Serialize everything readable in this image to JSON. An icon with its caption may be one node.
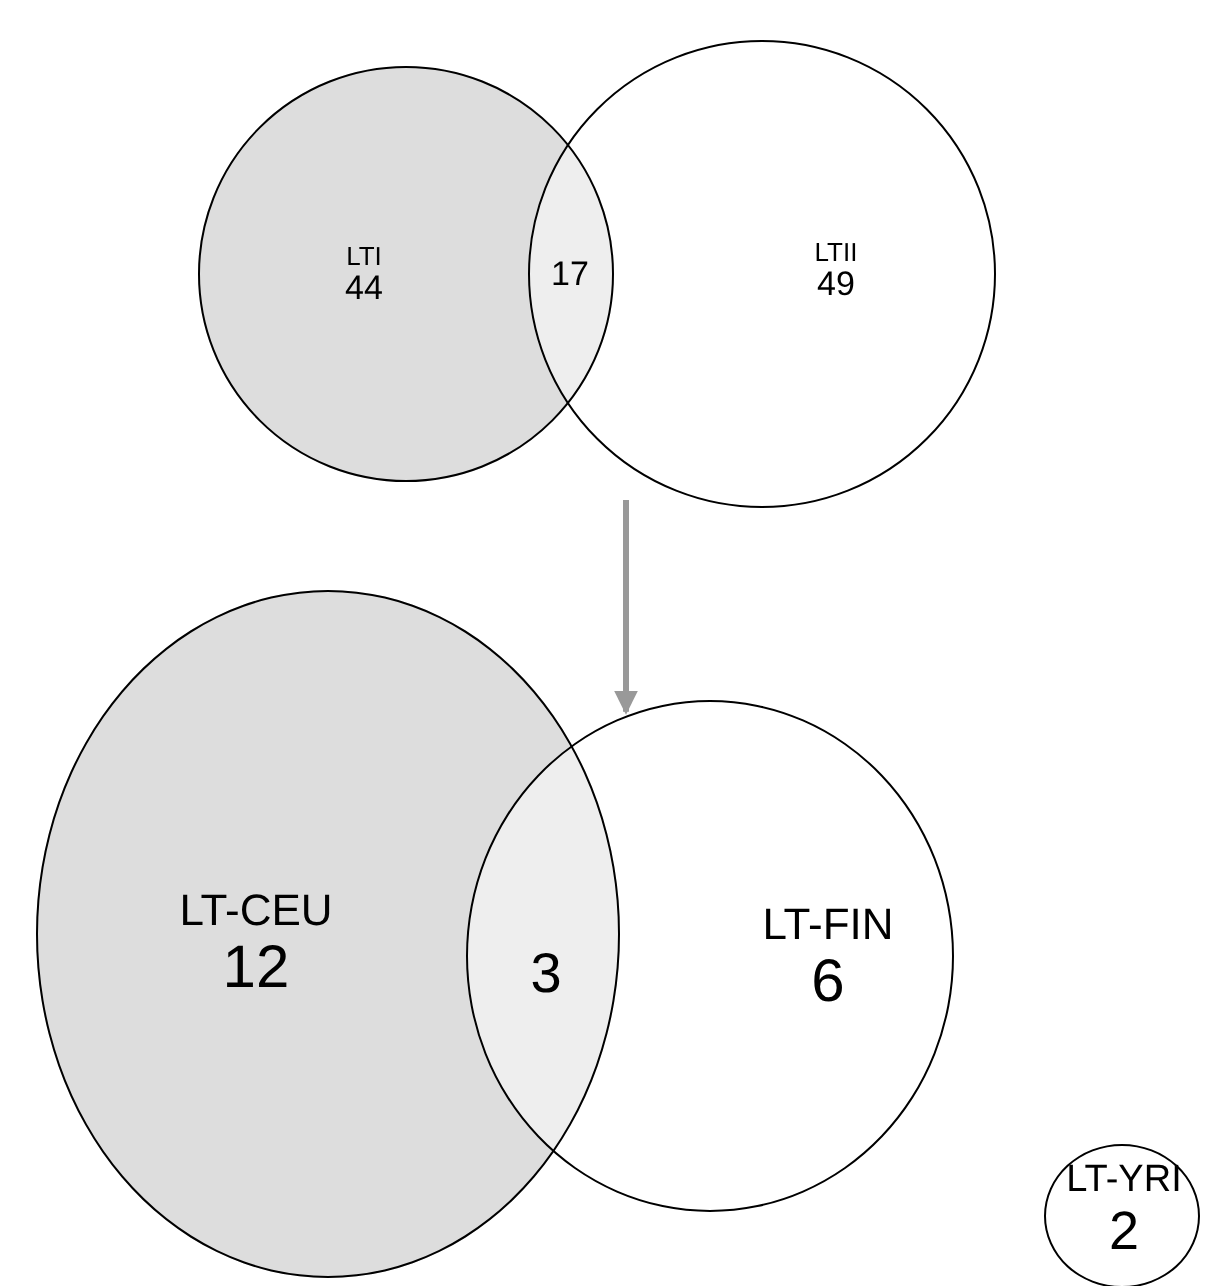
{
  "diagram": {
    "nodes": [
      {
        "text": [
          "LTI",
          "44"
        ]
      },
      {
        "text": [
          "LTII",
          "49"
        ]
      },
      {
        "text": [
          "LT-CEU",
          "12"
        ]
      },
      {
        "text": [
          "LT-FIN",
          "6"
        ]
      },
      {
        "text": [
          "LT-YRI",
          "2"
        ]
      }
    ],
    "edges": [
      {
        "from": 1,
        "to": 3,
        "arrow": "to",
        "color": "#999999"
      }
    ],
    "labels": [
      "17",
      "3"
    ]
  }
}
